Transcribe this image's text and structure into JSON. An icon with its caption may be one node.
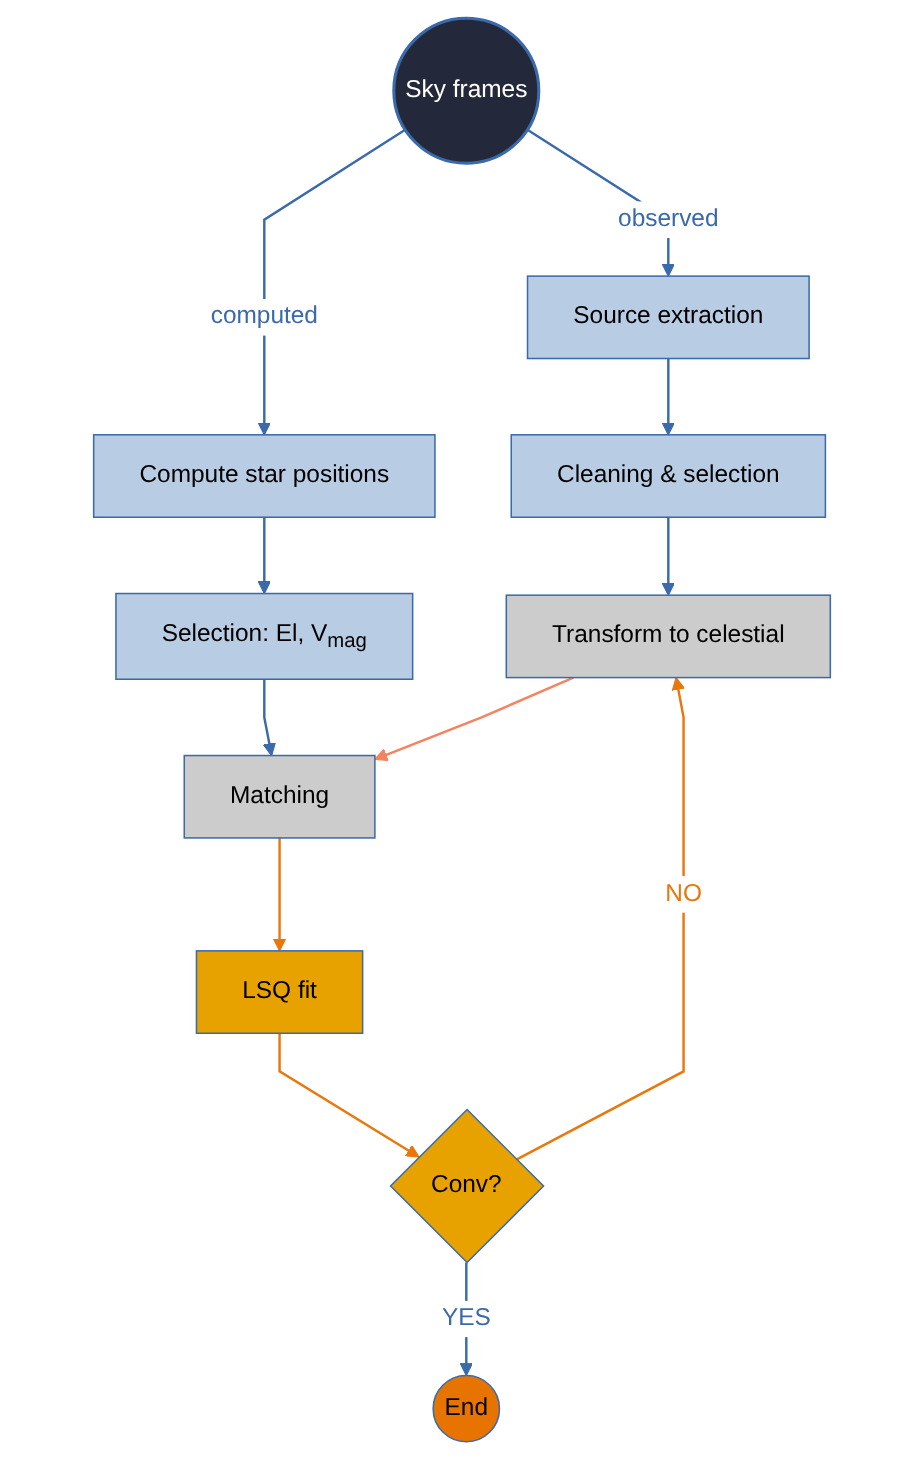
{
  "diagram": {
    "nodes": [
      {
        "text": [
          "Sky frames"
        ]
      },
      {
        "text": [
          "Source extraction"
        ]
      },
      {
        "text": [
          "Compute star positions"
        ]
      },
      {
        "text": [
          "Cleaning & selection"
        ]
      },
      {
        "text": [
          "Selection: El, V$_{mag}$"
        ]
      },
      {
        "text": [
          "Transform to celestial"
        ]
      },
      {
        "text": [
          "Matching"
        ]
      },
      {
        "text": [
          "Conv?"
        ]
      },
      {
        "text": [
          "LSQ fit"
        ]
      },
      {
        "text": [
          "End"
        ]
      }
    ],
    "edges": [
      {
        "from": 0,
        "to": 1,
        "arrow": "to",
        "label": "observed"
      },
      {
        "from": 0,
        "to": 2,
        "arrow": "to",
        "label": "computed"
      },
      {
        "from": 1,
        "to": 3,
        "arrow": "to"
      },
      {
        "from": 3,
        "to": 5,
        "arrow": "to"
      },
      {
        "from": 2,
        "to": 4,
        "arrow": "to"
      },
      {
        "from": 4,
        "to": 6,
        "arrow": "to"
      },
      {
        "from": 5,
        "to": 6,
        "arrow": "to",
        "color": "#f4845f"
      },
      {
        "from": 6,
        "to": 8,
        "arrow": "to",
        "color": "#e8780c"
      },
      {
        "from": 8,
        "to": 7,
        "arrow": "to",
        "color": "#e8780c"
      },
      {
        "from": 7,
        "to": 5,
        "arrow": "to",
        "label": "NO",
        "color": "#e8780c"
      },
      {
        "from": 7,
        "to": 9,
        "arrow": "to",
        "label": "YES"
      }
    ]
  }
}
